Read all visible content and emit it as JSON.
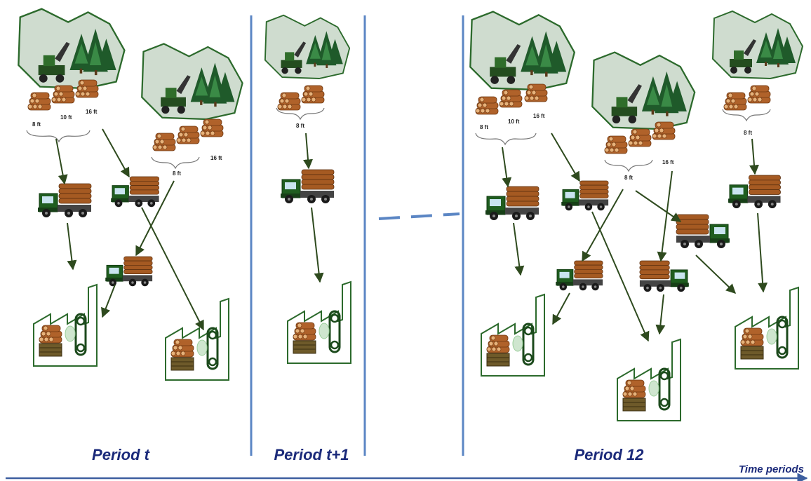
{
  "periods": [
    {
      "label": "Period t"
    },
    {
      "label": "Period t+1"
    },
    {
      "label": "Period 12"
    }
  ],
  "axis": {
    "label": "Time periods"
  },
  "lengths": {
    "l8": "8 ft",
    "l10": "10 ft",
    "l16": "16 ft"
  },
  "colors": {
    "divider": "#5b86c4",
    "forest_fill": "#cfdccf",
    "forest_stroke": "#2c6a2c",
    "arrow": "#2e4a1e",
    "truck_cab": "#1f5d1f",
    "logs": "#b0622a",
    "text": "#1b2a7a"
  },
  "icons": [
    "forest-harvest-icon",
    "log-pile-icon",
    "logging-truck-icon",
    "sawmill-icon"
  ]
}
